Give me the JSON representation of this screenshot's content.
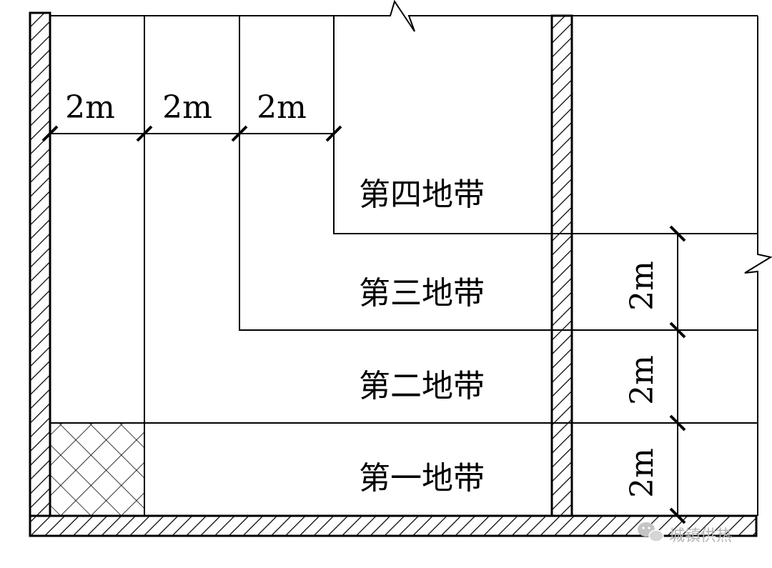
{
  "zones": {
    "zone4": "第四地带",
    "zone3": "第三地带",
    "zone2": "第二地带",
    "zone1": "第一地带"
  },
  "dimensions": {
    "top": [
      "2m",
      "2m",
      "2m"
    ],
    "right": [
      "2m",
      "2m",
      "2m"
    ]
  },
  "watermark": {
    "text": "城镇供热",
    "icon": "wechat-icon"
  }
}
